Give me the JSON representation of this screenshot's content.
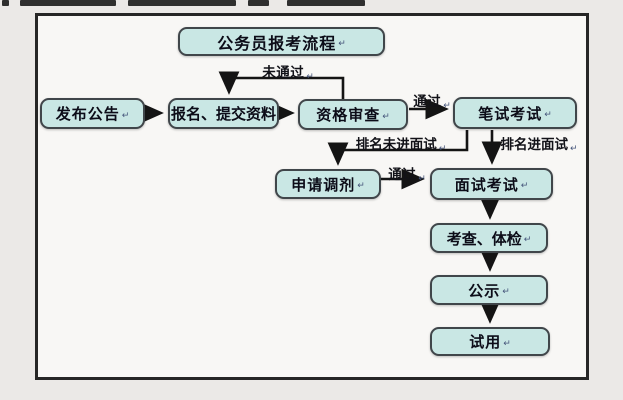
{
  "diagram": {
    "title": "公务员报考流程",
    "nodes": {
      "publish": "发布公告",
      "register": "报名、提交资料",
      "qualify": "资格审查",
      "written": "笔试考试",
      "adjust": "申请调剂",
      "interview": "面试考试",
      "inspect": "考查、体检",
      "publicity": "公示",
      "probation": "试用"
    },
    "edge_labels": {
      "not_passed": "未通过",
      "passed_written": "通过",
      "rank_not_in_interview": "排名未进面试",
      "rank_in_interview": "排名进面试",
      "passed_adjust": "通过"
    },
    "edges": [
      {
        "from": "发布公告",
        "to": "报名、提交资料",
        "label": ""
      },
      {
        "from": "报名、提交资料",
        "to": "资格审查",
        "label": ""
      },
      {
        "from": "资格审查",
        "to": "报名、提交资料",
        "label": "未通过"
      },
      {
        "from": "资格审查",
        "to": "笔试考试",
        "label": "通过"
      },
      {
        "from": "笔试考试",
        "to": "申请调剂",
        "label": "排名未进面试"
      },
      {
        "from": "笔试考试",
        "to": "面试考试",
        "label": "排名进面试"
      },
      {
        "from": "申请调剂",
        "to": "面试考试",
        "label": "通过"
      },
      {
        "from": "面试考试",
        "to": "考查、体检",
        "label": ""
      },
      {
        "from": "考查、体检",
        "to": "公示",
        "label": ""
      },
      {
        "from": "公示",
        "to": "试用",
        "label": ""
      }
    ]
  },
  "glyphs": {
    "return_mark": "↵"
  },
  "colors": {
    "node_fill": "#c9e7e4",
    "node_border": "#40464a",
    "connector": "#141414",
    "canvas": "#f8f7f5",
    "page_bg": "#ebe9e7",
    "frame_border": "#262626",
    "text": "#0c0c18"
  }
}
